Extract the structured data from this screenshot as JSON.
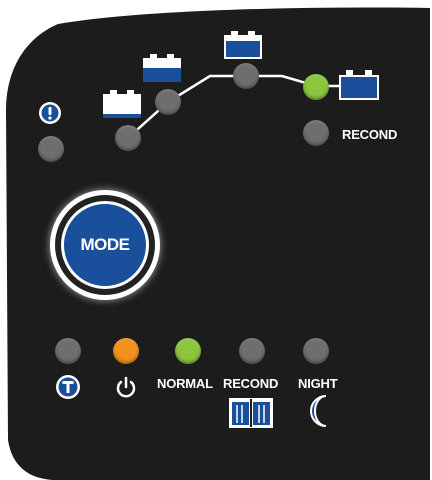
{
  "panel": {
    "background_color": "#1c1c1c",
    "accent_blue": "#1a4f9c",
    "led_green": "#8cc63f",
    "led_orange": "#f2921c",
    "led_off": "#6e6e6e"
  },
  "top_indicators": {
    "alert_icon": "exclamation-icon",
    "recond_label": "RECOND",
    "charge_steps": [
      {
        "name": "step-1",
        "state": "off",
        "battery_icon": "battery-low-icon"
      },
      {
        "name": "step-2",
        "state": "off",
        "battery_icon": "battery-half-icon"
      },
      {
        "name": "step-3",
        "state": "off",
        "battery_icon": "battery-high-icon"
      },
      {
        "name": "step-4",
        "state": "on",
        "battery_icon": "battery-full-icon"
      }
    ],
    "recond_led_state": "off",
    "alert_led_state": "off"
  },
  "mode_button": {
    "label": "MODE"
  },
  "bottom_row": [
    {
      "key": "temperature",
      "label": "",
      "icon": "temperature-t-icon",
      "state": "off"
    },
    {
      "key": "power",
      "label": "",
      "icon": "power-icon",
      "state": "orange"
    },
    {
      "key": "normal",
      "label": "NORMAL",
      "icon": "",
      "state": "green"
    },
    {
      "key": "recond",
      "label": "RECOND",
      "icon": "book-icon",
      "state": "off"
    },
    {
      "key": "night",
      "label": "NIGHT",
      "icon": "moon-icon",
      "state": "off"
    }
  ]
}
